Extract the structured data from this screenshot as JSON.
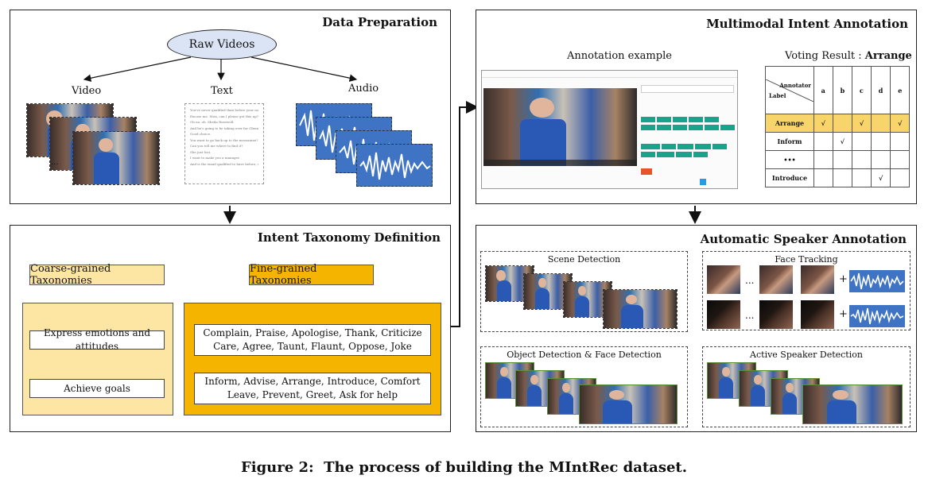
{
  "data_preparation": {
    "title": "Data Preparation",
    "root": "Raw Videos",
    "branches": {
      "video": "Video",
      "text": "Text",
      "audio": "Audio"
    },
    "dots": "...",
    "transcript_lines": [
      "You've never qualified than before your now",
      "Excuse me. Miss, can I please get this up?",
      "Oh no, oh. Sheila Rosewell.",
      "And he's going to be taking over for Glenn as manager.",
      "Good choice.",
      "You want to go back up to the mezzanine?",
      "Can you tell me where to find it?",
      "She just lost.",
      "I want to make you a manager.",
      "And is the email qualified to have before, so"
    ]
  },
  "intent_taxonomy": {
    "title": "Intent Taxonomy Definition",
    "coarse_header": "Coarse-grained Taxonomies",
    "fine_header": "Fine-grained Taxonomies",
    "coarse": [
      "Express emotions and attitudes",
      "Achieve goals"
    ],
    "fine": [
      [
        "Complain, Praise, Apologise, Thank, Criticize",
        "Care, Agree, Taunt, Flaunt, Oppose, Joke"
      ],
      [
        "Inform, Advise, Arrange, Introduce, Comfort",
        "Leave, Prevent, Greet, Ask for help"
      ]
    ]
  },
  "multimodal_annotation": {
    "title": "Multimodal Intent Annotation",
    "example_label": "Annotation example",
    "voting_prefix": "Voting Result : ",
    "voting_result": "Arrange",
    "annotator_label": "Annotator",
    "label_label": "Label",
    "annotators": [
      "a",
      "b",
      "c",
      "d",
      "e"
    ],
    "rows": [
      {
        "label": "Arrange",
        "marks": [
          "√",
          "",
          "√",
          "",
          "√"
        ],
        "highlight": true
      },
      {
        "label": "Inform",
        "marks": [
          "",
          "√",
          "",
          "",
          ""
        ],
        "highlight": false
      },
      {
        "label": "•••",
        "marks": [
          "",
          "",
          "",
          "",
          ""
        ],
        "highlight": false
      },
      {
        "label": "Introduce",
        "marks": [
          "",
          "",
          "",
          "√",
          ""
        ],
        "highlight": false
      }
    ]
  },
  "speaker_annotation": {
    "title": "Automatic Speaker Annotation",
    "scene_detection": "Scene Detection",
    "face_tracking": "Face Tracking",
    "object_face_detection": "Object Detection & Face Detection",
    "active_speaker": "Active Speaker Detection",
    "dots": "...",
    "plus": "+"
  },
  "caption": "Figure 2:  The process of building the MIntRec dataset.",
  "colors": {
    "ellipse_fill": "#dbe4f5",
    "coarse_fill": "#fde6a3",
    "fine_fill": "#f5b400",
    "highlight_row": "#f8d56b",
    "audio_blue": "#3f73c4"
  }
}
